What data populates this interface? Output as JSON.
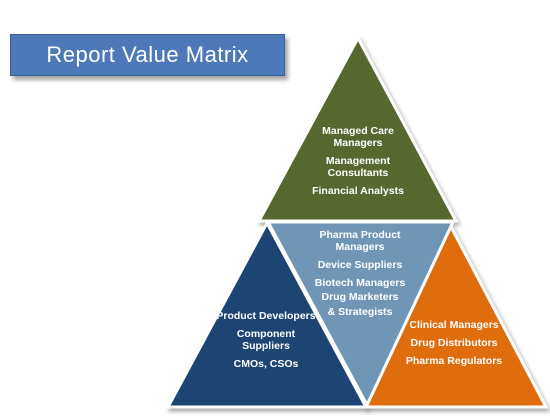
{
  "title": "Report Value Matrix",
  "colors": {
    "title_bg": "#4d79b8",
    "top": "#57682d",
    "left": "#1f4473",
    "center": "#6f96b6",
    "right": "#e06d10"
  },
  "segments": {
    "top": [
      "Managed Care Managers",
      "Management Consultants",
      "Financial Analysts"
    ],
    "center": [
      "Pharma Product Managers",
      "Device Suppliers",
      "Biotech Managers",
      "Drug Marketers",
      "& Strategists"
    ],
    "left": [
      "Product Developers",
      "Component Suppliers",
      "CMOs, CSOs"
    ],
    "right": [
      "Clinical Managers",
      "Drug Distributors",
      "Pharma Regulators"
    ]
  }
}
